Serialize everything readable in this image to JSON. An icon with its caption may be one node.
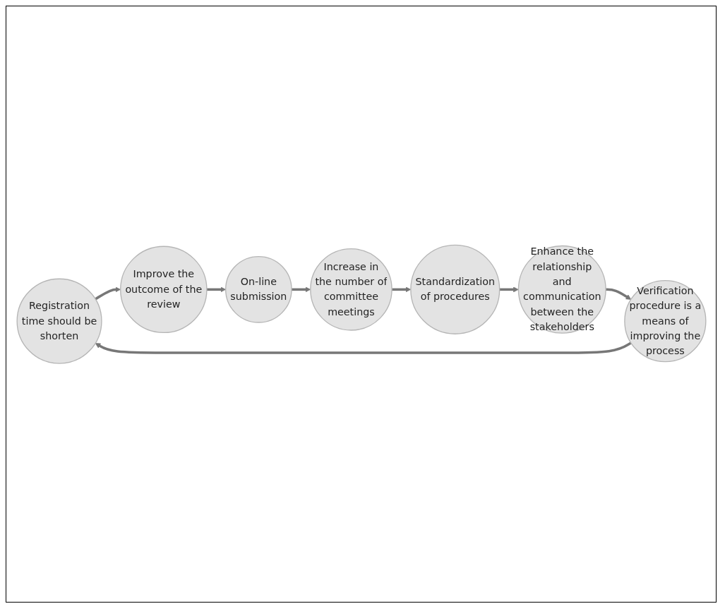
{
  "diagram": {
    "nodes": [
      {
        "text": [
          "Registration time should be shorten"
        ]
      },
      {
        "text": [
          "Improve the outcome of the review"
        ]
      },
      {
        "text": [
          "On-line submission"
        ]
      },
      {
        "text": [
          "Increase in the number of committee meetings"
        ]
      },
      {
        "text": [
          "Standardization of procedures"
        ]
      },
      {
        "text": [
          "Enhance the relationship and communication between the stakeholders"
        ]
      },
      {
        "text": [
          "Verification procedure is a means of improving the process"
        ]
      }
    ],
    "edges": [
      {
        "from": 0,
        "to": 1,
        "arrow": "to"
      },
      {
        "from": 1,
        "to": 2,
        "arrow": "to"
      },
      {
        "from": 2,
        "to": 3,
        "arrow": "to"
      },
      {
        "from": 3,
        "to": 4,
        "arrow": "to"
      },
      {
        "from": 4,
        "to": 5,
        "arrow": "to"
      },
      {
        "from": 5,
        "to": 6,
        "arrow": "to"
      },
      {
        "from": 6,
        "to": 0,
        "arrow": "to"
      }
    ]
  }
}
